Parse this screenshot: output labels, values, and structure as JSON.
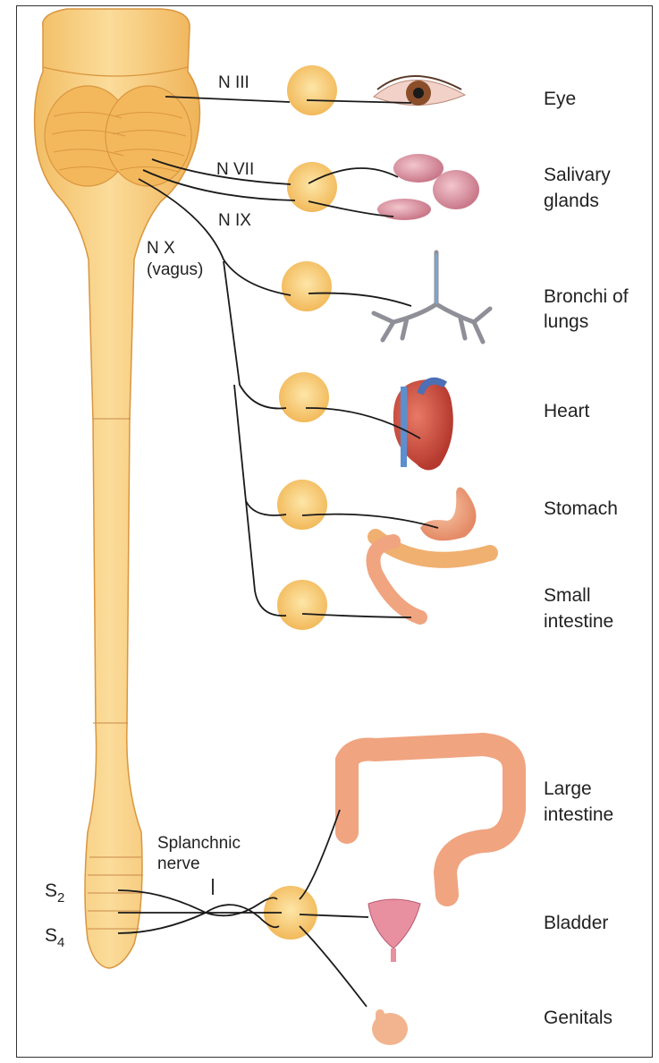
{
  "colors": {
    "cord": "#f6c977",
    "cord_dark": "#e6a94a",
    "ganglion": "#f8cf78",
    "nerve": "#1a1a1a",
    "organ_pink": "#e8a0a8",
    "organ_red": "#c8453a",
    "intestine": "#f0a480"
  },
  "nerve_labels": {
    "n3": "N III",
    "n7": "N VII",
    "n9": "N IX",
    "n10": "N X",
    "vagus": "(vagus)",
    "splanchnic_1": "Splanchnic",
    "splanchnic_2": "nerve",
    "s2": "S",
    "s2_sub": "2",
    "s4": "S",
    "s4_sub": "4"
  },
  "organs": {
    "eye": [
      "Eye"
    ],
    "salivary": [
      "Salivary",
      "glands"
    ],
    "bronchi": [
      "Bronchi of",
      "lungs"
    ],
    "heart": [
      "Heart"
    ],
    "stomach": [
      "Stomach"
    ],
    "small_intestine": [
      "Small",
      "intestine"
    ],
    "large_intestine": [
      "Large",
      "intestine"
    ],
    "bladder": [
      "Bladder"
    ],
    "genitals": [
      "Genitals"
    ]
  }
}
